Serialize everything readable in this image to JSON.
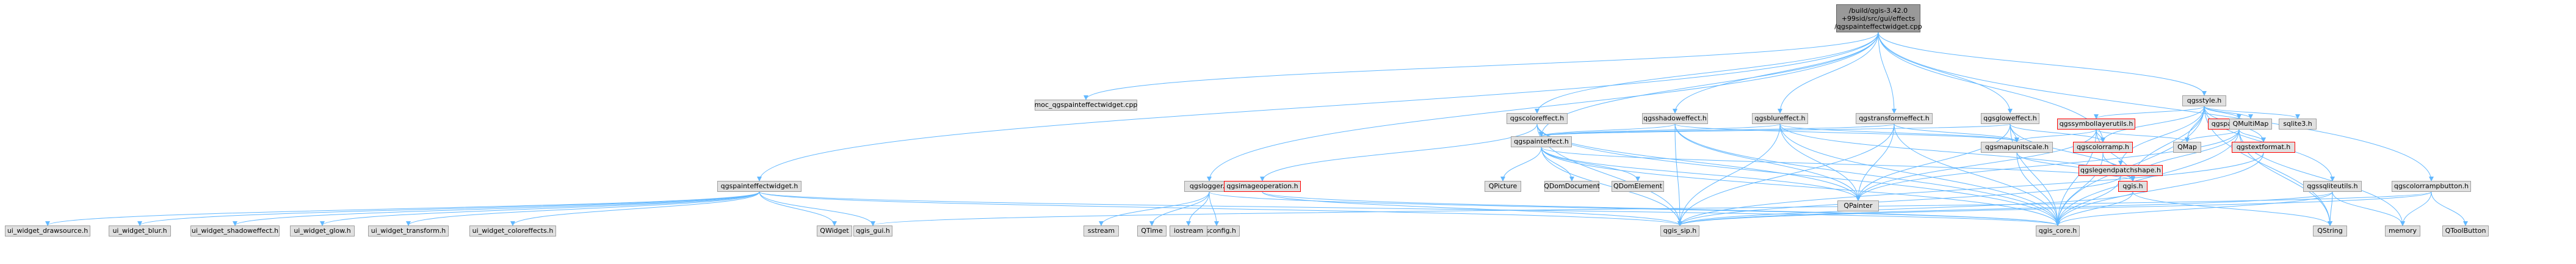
{
  "colors": {
    "edge": "#63b8ff",
    "node_fill": "#e0e0e0",
    "node_border": "#a0a0a0",
    "root_fill": "#999999",
    "missing_border": "#ff0000"
  },
  "nodes": {
    "root": "/build/qgis-3.42.0\n+99sid/src/gui/effects\n/qgspainteffectwidget.cpp",
    "qgspainteffectwidget_h": "qgspainteffectwidget.h",
    "moc": "moc_qgspainteffectwidget.cpp",
    "qgscoloreffect": "qgscoloreffect.h",
    "qgslogger": "qgslogger.h",
    "qgspainteffect": "qgspainteffect.h",
    "qgsshadoweffect": "qgsshadoweffect.h",
    "qgsblureffect": "qgsblureffect.h",
    "qgstransformeffect": "qgstransformeffect.h",
    "qgsgloweffect": "qgsgloweffect.h",
    "qgsmapunitscale": "qgsmapunitscale.h",
    "qgsstyle": "qgsstyle.h",
    "qgssymbollayerutils": "qgssymbollayerutils.h",
    "qgspallabeling": "qgspallabeling.h",
    "qgscolorramp": "qgscolorramp.h",
    "qgslegendpatchshape": "qgslegendpatchshape.h",
    "qgstextformat": "qgstextformat.h",
    "qgssqliteutils": "qgssqliteutils.h",
    "qgscolorrampbutton": "qgscolorrampbutton.h",
    "qgsimageoperation": "qgsimageoperation.h",
    "qgis_h": "qgis.h",
    "qgis_sip": "qgis_sip.h",
    "qgis_core": "qgis_core.h",
    "qgis_gui": "qgis_gui.h",
    "qgsconfig": "qgsconfig.h",
    "qpainter": "QPainter",
    "qpicture": "QPicture",
    "qdomdocument": "QDomDocument",
    "qdomelement": "QDomElement",
    "qmap": "QMap",
    "qmultimap": "QMultiMap",
    "sqlite3": "sqlite3.h",
    "qstring": "QString",
    "memory": "memory",
    "qtoolbutton": "QToolButton",
    "qtime": "QTime",
    "iostream": "iostream",
    "sstream": "sstream",
    "qwidget": "QWidget",
    "ui_drawsource": "ui_widget_drawsource.h",
    "ui_blur": "ui_widget_blur.h",
    "ui_shadow": "ui_widget_shadoweffect.h",
    "ui_glow": "ui_widget_glow.h",
    "ui_transform": "ui_widget_transform.h",
    "ui_coloreffects": "ui_widget_coloreffects.h"
  }
}
